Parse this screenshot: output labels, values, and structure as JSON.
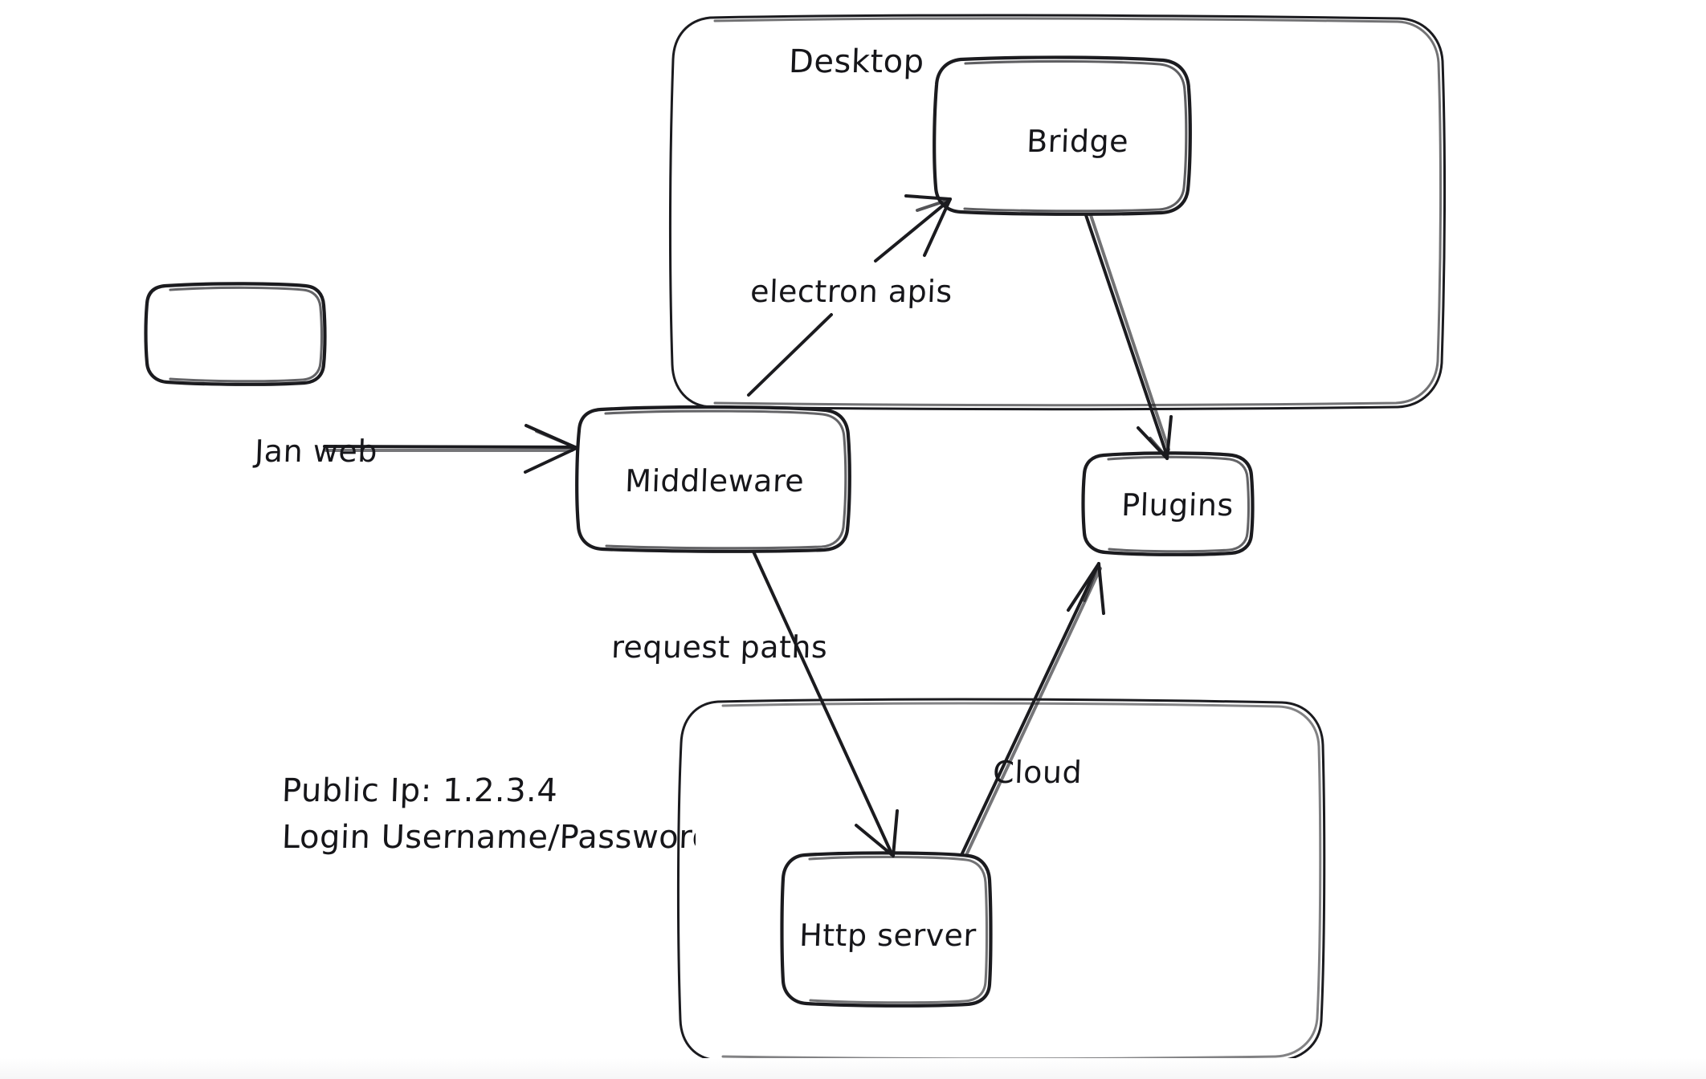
{
  "diagram": {
    "type": "architecture-flow-diagram",
    "style": "hand-drawn-whiteboard",
    "background_color": "#ffffff",
    "stroke_color": "#1b1b1f",
    "containers": [
      {
        "id": "desktop",
        "label": "Desktop"
      },
      {
        "id": "cloud",
        "label": "Cloud"
      }
    ],
    "nodes": [
      {
        "id": "jan-web",
        "label": "Jan web"
      },
      {
        "id": "middleware",
        "label": "Middleware"
      },
      {
        "id": "bridge",
        "label": "Bridge"
      },
      {
        "id": "plugins",
        "label": "Plugins"
      },
      {
        "id": "http-server",
        "label": "Http server"
      }
    ],
    "edges": [
      {
        "id": "jan-web-to-middleware",
        "from": "Jan web",
        "to": "Middleware",
        "label": ""
      },
      {
        "id": "middleware-to-bridge",
        "from": "Middleware",
        "to": "Bridge",
        "label": "electron apis"
      },
      {
        "id": "bridge-to-plugins",
        "from": "Bridge",
        "to": "Plugins",
        "label": ""
      },
      {
        "id": "middleware-to-http-server",
        "from": "Middleware",
        "to": "Http server",
        "label": "request paths"
      },
      {
        "id": "http-server-to-plugins",
        "from": "Http server",
        "to": "Plugins",
        "label": ""
      }
    ],
    "edge_labels": {
      "electron_apis": "electron apis",
      "request_paths": "request paths",
      "cloud": "Cloud"
    },
    "notes": {
      "public_ip": "Public Ip: 1.2.3.4",
      "login": "Login Username/Password"
    }
  }
}
